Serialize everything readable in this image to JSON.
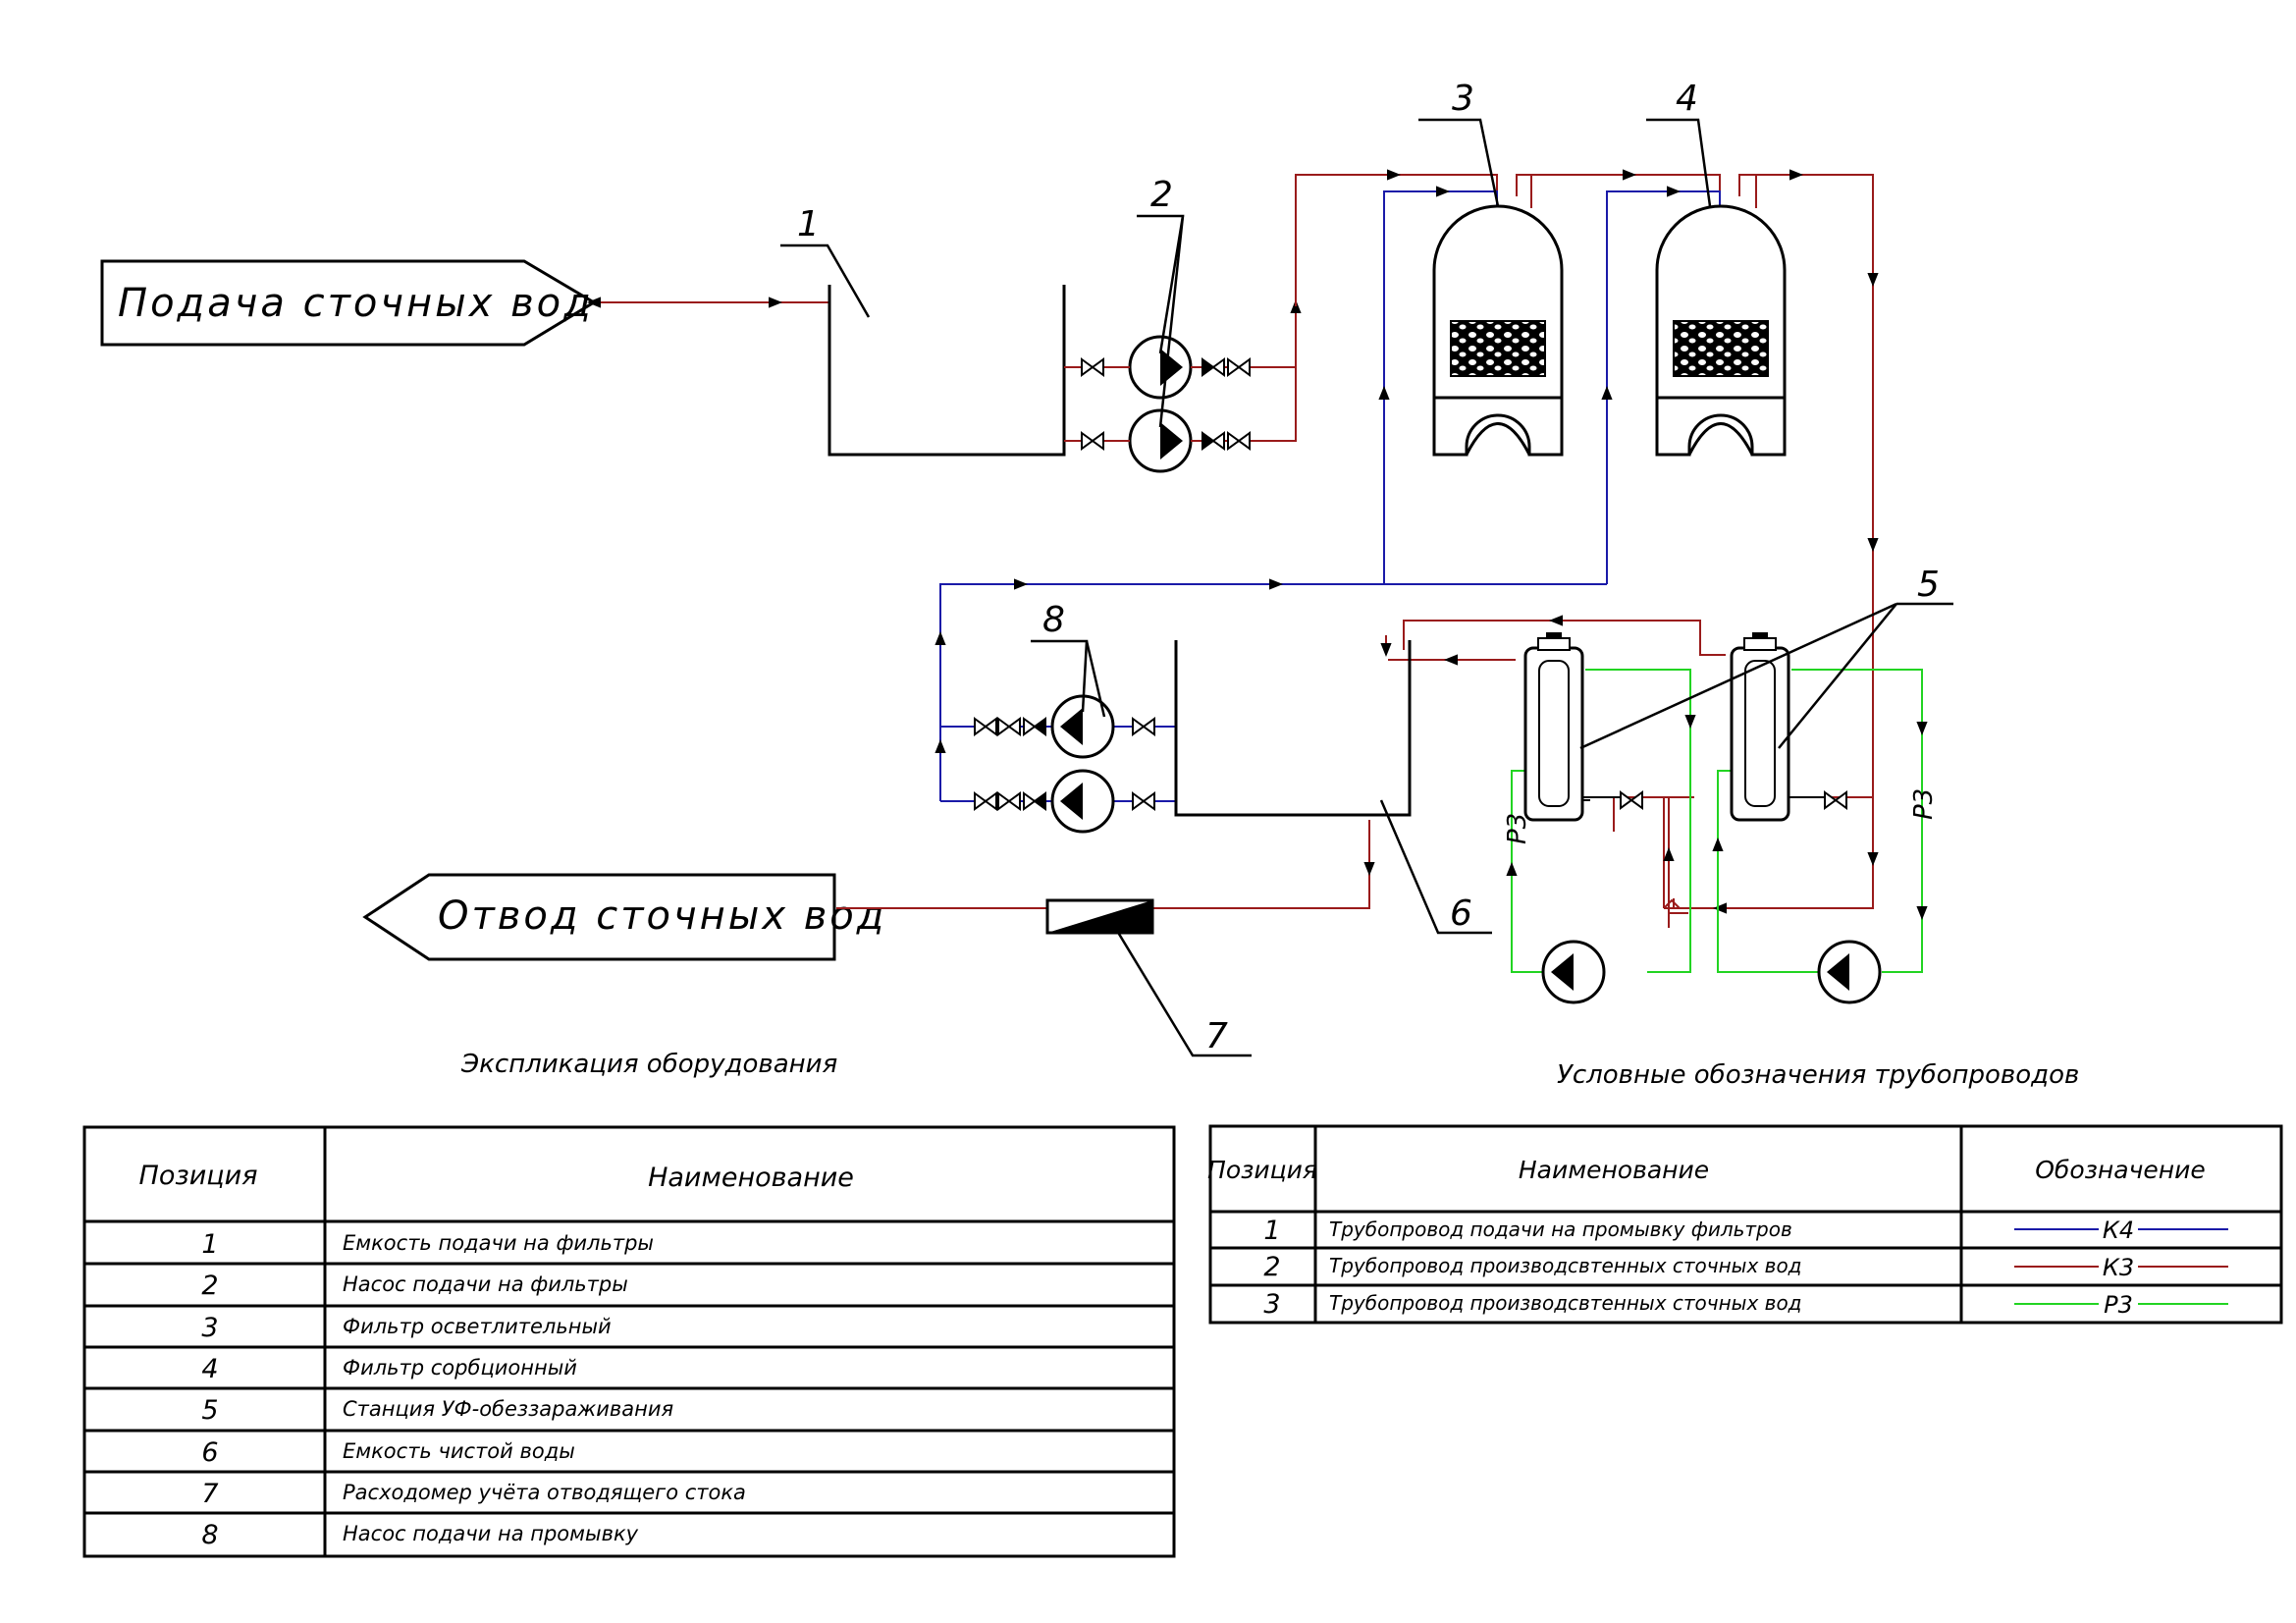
{
  "labels": {
    "supply": "Подача сточных вод",
    "discharge": "Отвод сточных вод",
    "p1": "1",
    "p2": "2",
    "p3": "3",
    "p4": "4",
    "p5": "5",
    "p6": "6",
    "p7": "7",
    "p8": "8",
    "rz_left": "Р3",
    "rz_right": "Р3"
  },
  "explication": {
    "caption": "Экспликация оборудования",
    "headers": [
      "Позиция",
      "Наименование"
    ],
    "rows": [
      [
        "1",
        "Емкость подачи на фильтры"
      ],
      [
        "2",
        "Насос подачи на фильтры"
      ],
      [
        "3",
        "Фильтр осветлительный"
      ],
      [
        "4",
        "Фильтр сорбционный"
      ],
      [
        "5",
        "Станция УФ-обеззараживания"
      ],
      [
        "6",
        "Емкость чистой воды"
      ],
      [
        "7",
        "Расходомер учёта отводящего стока"
      ],
      [
        "8",
        "Насос подачи на промывку"
      ]
    ]
  },
  "legend": {
    "caption": "Условные обозначения трубопроводов",
    "headers": [
      "Позиция",
      "Наименование",
      "Обозначение"
    ],
    "rows": [
      [
        "1",
        "Трубопровод подачи на промывку фильтров",
        "К4"
      ],
      [
        "2",
        "Трубопровод производсвтенных сточных вод",
        "К3"
      ],
      [
        "3",
        "Трубопровод производсвтенных сточных вод",
        "Р3"
      ]
    ]
  },
  "colors": {
    "k4_blue": "#1a1aa8",
    "k3_red": "#9a1b1b",
    "r3_green": "#22d422",
    "outline": "#000000"
  }
}
